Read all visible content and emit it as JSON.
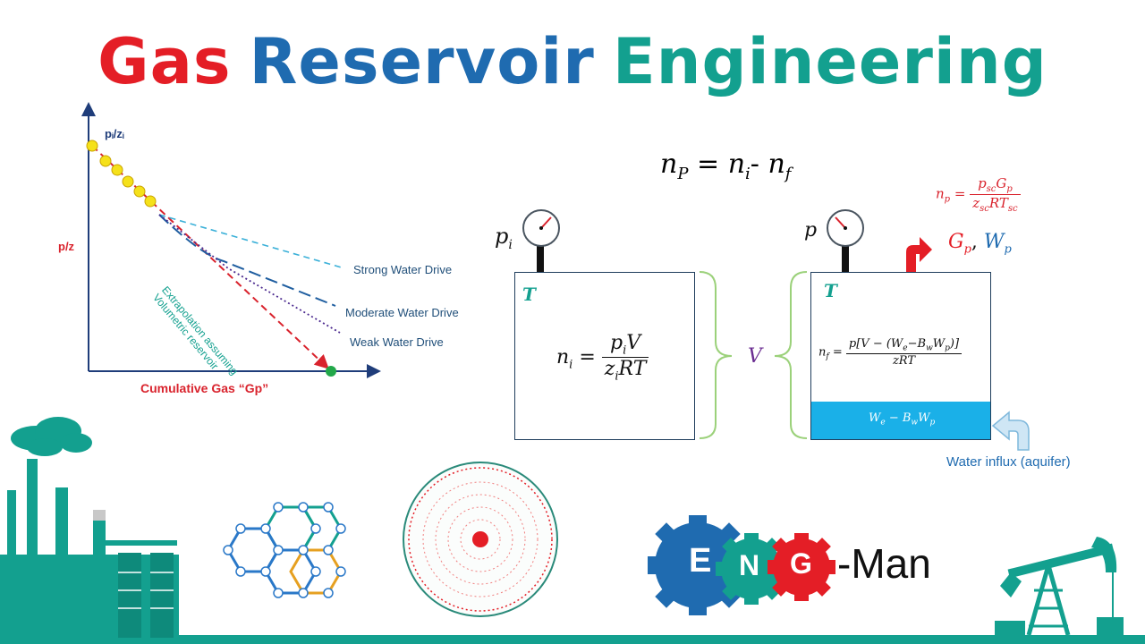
{
  "title": {
    "word1": "Gas",
    "word1_color": "#e41e26",
    "word2": "Reservoir",
    "word2_color": "#1f6bb0",
    "word3": "Engineering",
    "word3_color": "#13a08f"
  },
  "chart": {
    "y_label": "p/z",
    "y_top_label": "pᵢ/zᵢ",
    "x_label": "Cumulative Gas “Gp”",
    "extrapolation_line1": "Extrapolation assuming",
    "extrapolation_line2": "Volumetric reservoir",
    "strong": "Strong Water Drive",
    "moderate": "Moderate Water Drive",
    "weak": "Weak Water Drive"
  },
  "equations": {
    "main_lhs": "n",
    "main_lhs_sub": "P",
    "main_eq": "=",
    "main_r1": "n",
    "main_r1_sub": "i",
    "main_minus": "-",
    "main_r2": "n",
    "main_r2_sub": "f",
    "np_lhs": "n",
    "np_lhs_sub": "p",
    "np_eq": "=",
    "np_num": "p",
    "np_num_sub": "sc",
    "np_num2": "G",
    "np_num2_sub": "p",
    "np_den": "z",
    "np_den_sub": "sc",
    "np_den2": "RT",
    "np_den2_sub": "sc",
    "ni_lhs": "n",
    "ni_lhs_sub": "i",
    "ni_eq": "=",
    "ni_num": "p",
    "ni_num_sub": "i",
    "ni_num2": "V",
    "ni_den": "z",
    "ni_den_sub": "i",
    "ni_den2": "RT",
    "nf_lhs": "n",
    "nf_lhs_sub": "f",
    "nf_eq": "=",
    "nf_num": "p[V − (W",
    "nf_num_sub": "e",
    "nf_num2": "−B",
    "nf_num2_sub": "w",
    "nf_num3": "W",
    "nf_num3_sub": "p",
    "nf_num4": ")]",
    "nf_den": "zRT"
  },
  "tanks": {
    "left_pressure": "p",
    "left_pressure_sub": "i",
    "right_pressure": "p",
    "left_T": "T",
    "right_T": "T",
    "volume": "V",
    "water_w": "W",
    "water_w_sub": "e",
    "water_mid": " − B",
    "water_mid_sub": "w",
    "water_wp": "W",
    "water_wp_sub": "p",
    "gp": "G",
    "gp_sub": "p",
    "comma": ",",
    "wp": "W",
    "wp_sub": "p",
    "influx_label": "Water influx (aquifer)"
  },
  "logo": {
    "g1": "E",
    "g2": "N",
    "g3": "G",
    "suffix": "-Man"
  },
  "colors": {
    "teal": "#13a08f",
    "blue": "#1f6bb0",
    "red": "#e41e26",
    "water": "#1ab0e8",
    "green_text": "#1d9a4a",
    "purple": "#6a2c91"
  }
}
